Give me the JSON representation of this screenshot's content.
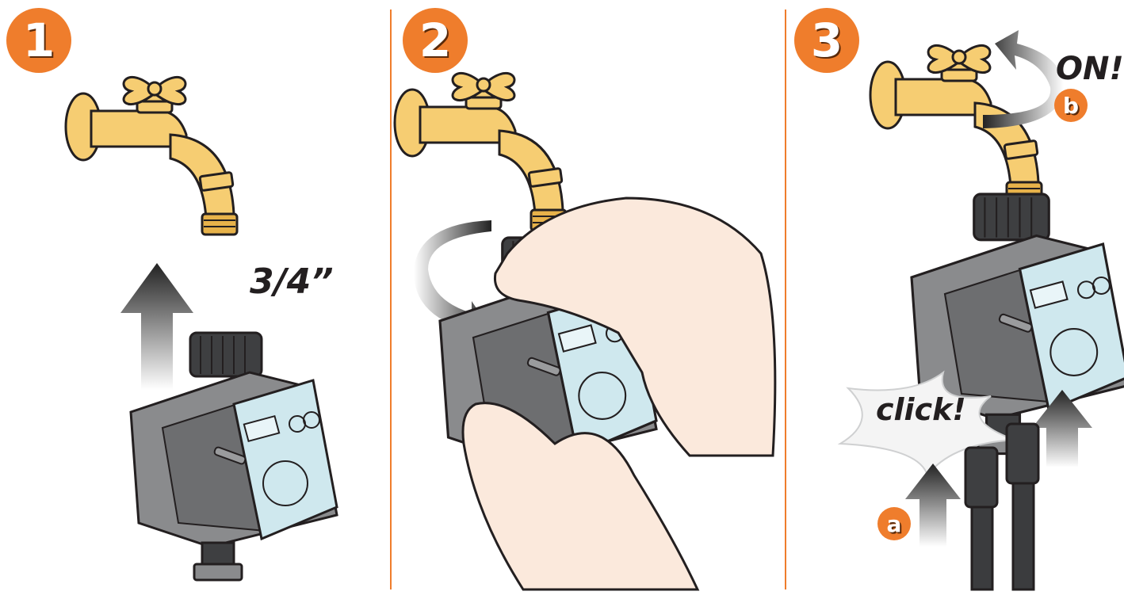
{
  "steps": [
    {
      "number": "1"
    },
    {
      "number": "2"
    },
    {
      "number": "3"
    }
  ],
  "labels": {
    "thread_size": "3/4”",
    "on": "ON!",
    "click": "click!",
    "sub_a": "a",
    "sub_b": "b"
  },
  "colors": {
    "accent": "#ef7d2c",
    "brass": "#f6cd72",
    "brass_dark": "#d89a2a",
    "timer_body": "#8a8b8d",
    "timer_dark": "#4a4b4d",
    "display": "#cfe8ee",
    "hose": "#3b3c3e",
    "skin": "#fbe9dc",
    "arrow": "#2b2b2b"
  },
  "icons": [
    "faucet-icon",
    "water-timer-icon",
    "hand-icon",
    "hose-connector-icon",
    "rotate-arrow-icon",
    "up-arrow-icon"
  ]
}
